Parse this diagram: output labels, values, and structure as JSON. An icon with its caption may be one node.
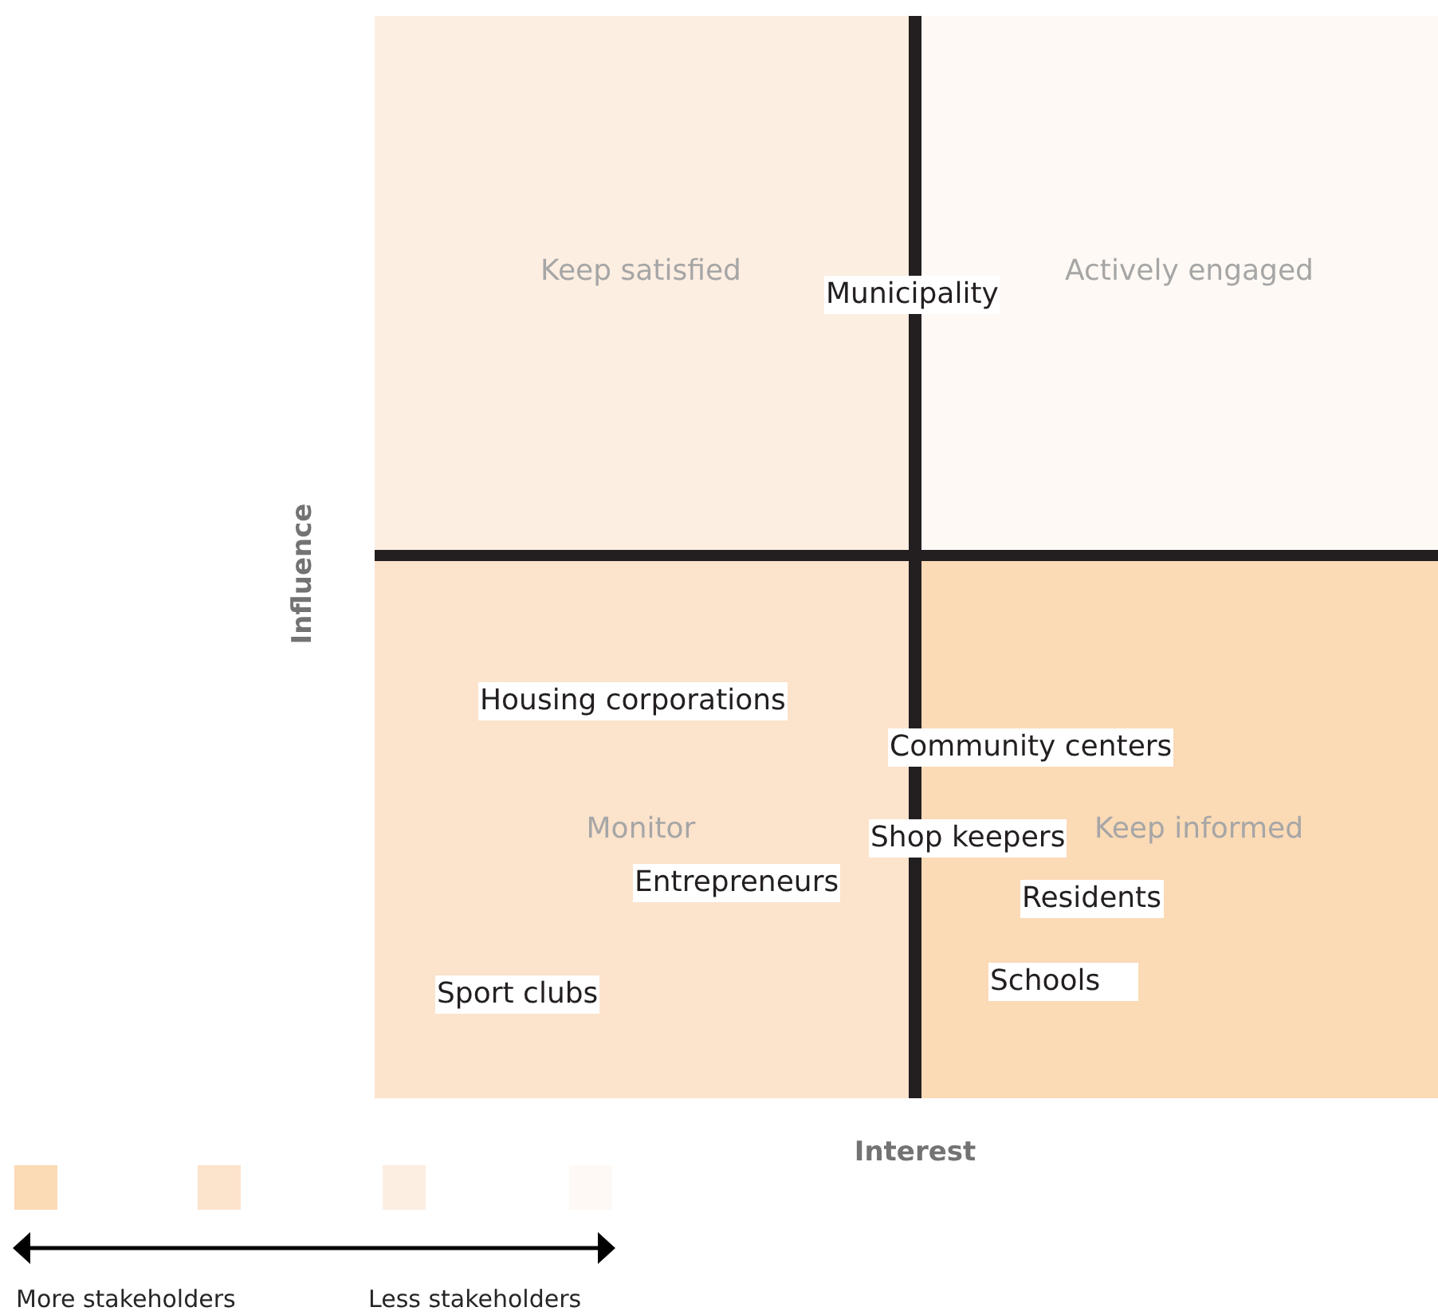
{
  "diagram": {
    "nodes": [
      {
        "text": [
          "Keep satisfied"
        ]
      },
      {
        "text": [
          "Actively engaged"
        ]
      },
      {
        "text": [
          "Monitor"
        ]
      },
      {
        "text": [
          "Keep informed"
        ]
      }
    ],
    "edges": [],
    "labels": [
      "Municipality",
      "Influence",
      "Housing corporations",
      "Community centers",
      "Shop keepers",
      "Entrepreneurs",
      "Residents",
      "Schools",
      "Sport clubs",
      "Interest",
      "More stakeholders",
      "Less stakeholders"
    ]
  }
}
